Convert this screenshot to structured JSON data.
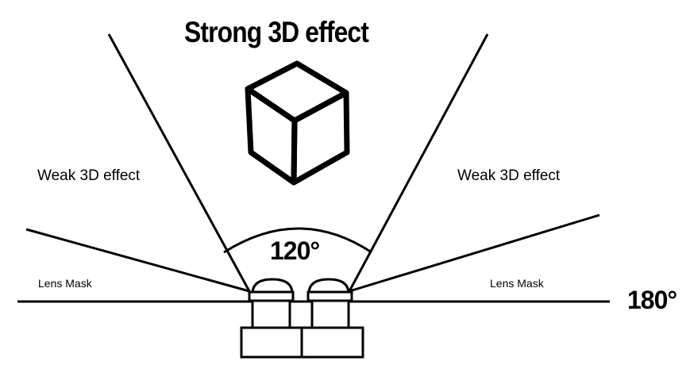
{
  "title": "Strong 3D effect",
  "weak_left": "Weak 3D effect",
  "weak_right": "Weak 3D effect",
  "lens_mask_left": "Lens Mask",
  "lens_mask_right": "Lens Mask",
  "inner_angle": "120°",
  "outer_angle": "180°",
  "colors": {
    "ink": "#000000",
    "background": "#ffffff"
  }
}
